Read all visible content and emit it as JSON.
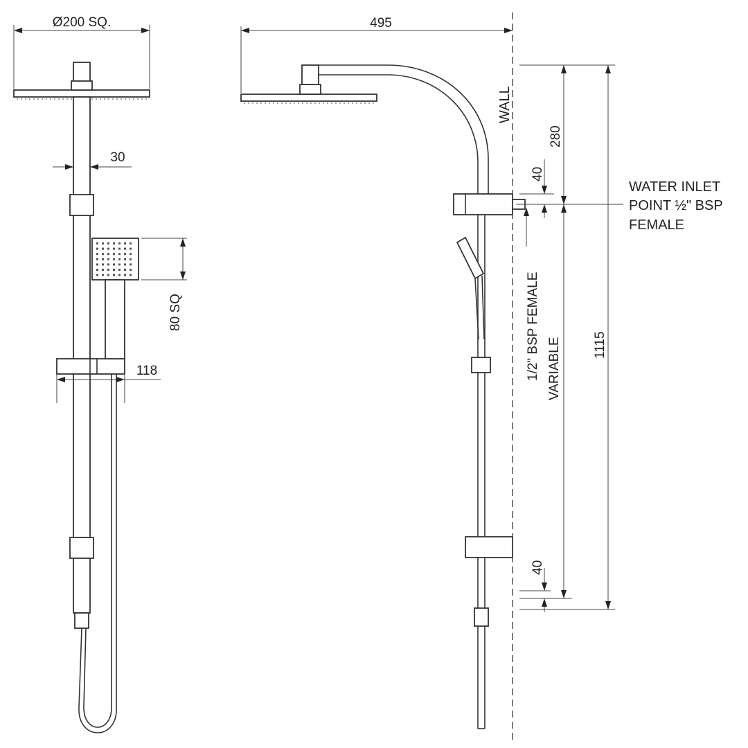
{
  "dimensions": {
    "head_width": "Ø200 SQ.",
    "rail_diameter": "30",
    "hand_shower_size": "80 SQ",
    "bracket_offset": "118",
    "arm_reach": "495",
    "upper_length": "280",
    "top_offset": "40",
    "inlet_thread": "1/2\" BSP FEMALE",
    "variable": "VARIABLE",
    "total_height": "1115",
    "bottom_offset": "40"
  },
  "labels": {
    "wall": "WALL",
    "inlet_note": [
      "WATER INLET",
      "POINT ½\" BSP",
      "FEMALE"
    ]
  }
}
